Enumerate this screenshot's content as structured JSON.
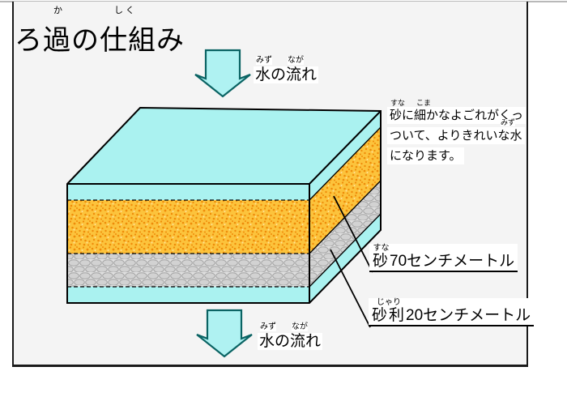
{
  "title": {
    "text": "ろ過の仕組み",
    "ruby_ka": "か",
    "ruby_shiku": "しく"
  },
  "flow_label_top": {
    "text": "水の流れ",
    "ruby_mizu": "みず",
    "ruby_naga": "なが"
  },
  "flow_label_bottom": {
    "text": "水の流れ",
    "ruby_mizu": "みず",
    "ruby_naga": "なが"
  },
  "note": {
    "line1": "砂に細かなよごれがくっ",
    "line2": "ついて、よりきれいな水",
    "line3": "になります。",
    "ruby_suna": "すな",
    "ruby_koma": "こま",
    "ruby_mizu": "みず"
  },
  "sand_label": {
    "name": "砂",
    "ruby": "すな",
    "thickness": "70センチメートル"
  },
  "gravel_label": {
    "name": "砂利",
    "ruby": "じゃり",
    "thickness": "20センチメートル"
  },
  "colors": {
    "water": "#aaf2f0",
    "sand_base": "#fcc33c",
    "sand_speckle": "#ef8c0a",
    "sand_speckle_light": "#ffe09a",
    "gravel_base": "#e0e0e0",
    "gravel_stone_fill": "#d2d2d2",
    "gravel_stone_stroke": "#a5a5a5",
    "arrow_fill": "#aff2f2",
    "arrow_stroke": "#0a6363",
    "outline": "#000000"
  }
}
